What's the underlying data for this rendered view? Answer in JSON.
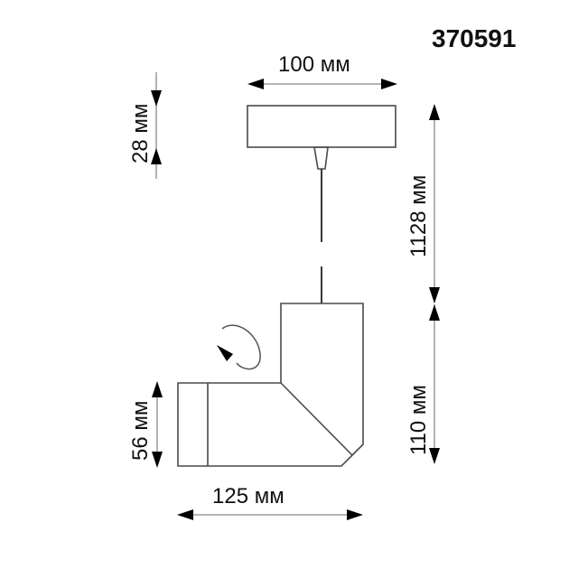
{
  "title": {
    "model_number": "370591"
  },
  "dimensions": {
    "canopy_width": "100 мм",
    "canopy_height": "28 мм",
    "total_suspension": "1128 мм",
    "body_height": "110 мм",
    "head_height": "56 мм",
    "total_width": "125 мм"
  },
  "symbols": {
    "rotation": "rotation-arrow-icon"
  },
  "colors": {
    "background": "#ffffff",
    "outline": "#4a4a4a",
    "dimension_line": "#888888",
    "text": "#111111"
  }
}
